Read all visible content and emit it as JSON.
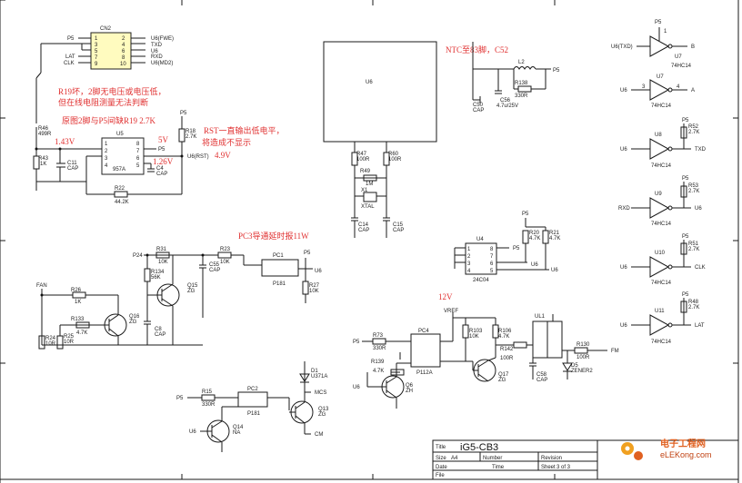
{
  "annotations": {
    "r19": "R19坏，2脚无电压或电压低，",
    "line2": "但在线电阻测量无法判断",
    "orig": "原图2脚与P5间缺R19 2.7K",
    "rst": "RST一直输出低电平，",
    "rst2": "将造成不显示",
    "ntc": "NTC至83脚，C52",
    "pc3": "PC3导通延时报11W",
    "v143": "1.43V",
    "v5": "5V",
    "v126": "1.26V",
    "v49": "4.9V",
    "v12": "12V"
  },
  "parts": {
    "cn2": "CN2",
    "u6": "U6",
    "u5": "U5",
    "u5t": "957A",
    "u4": "U4",
    "u4t": "24C04",
    "pc1": "PC1",
    "pc1t": "P181",
    "pc2": "PC2",
    "pc2t": "P181",
    "pc4": "PC4",
    "pc4t": "P112A",
    "ul1": "UL1",
    "x1": "X1",
    "x1t": "XTAL",
    "q15": "Q15",
    "q16": "Q16",
    "q6": "Q6",
    "q17": "Q17",
    "q14": "Q14",
    "q13": "Q13",
    "zg": "ZG",
    "zh": "ZH",
    "na": "NA",
    "d5": "D5",
    "d5t": "ZENER2",
    "d1": "D1",
    "d1t": "U371A",
    "r46": "R46",
    "r46v": "499R",
    "r43": "R43",
    "r43v": "1K",
    "c11": "C11",
    "cap": "CAP",
    "r18": "R18",
    "r18v": "2.7K",
    "c4": "C4",
    "r22": "R22",
    "r22v": "44.2K",
    "r47": "R47",
    "r47v": "100R",
    "r60": "R60",
    "r60v": "100R",
    "r49": "R49",
    "r49v": "1M",
    "c14": "C14",
    "c15": "C15",
    "c50": "C50",
    "c56": "C56",
    "c56v": "4.7u/25V",
    "l2": "L2",
    "r138": "R138",
    "r138v": "330R",
    "r31": "R31",
    "r31v": "10K",
    "r134": "R134",
    "r134v": "56K",
    "r23": "R23",
    "r23v": "10K",
    "c55": "C55",
    "r27": "R27",
    "r27v": "10K",
    "r26": "R26",
    "r26v": "1K",
    "r133": "R133",
    "r133v": "4.7K",
    "r24": "R24",
    "r24v": "10R",
    "r25": "R25",
    "r25v": "10R",
    "c8": "C8",
    "r15": "R15",
    "r15v": "330R",
    "r73": "R73",
    "r73v": "330R",
    "r139": "R139",
    "r139v": "4.7K",
    "r103": "R103",
    "r103v": "10K",
    "r106": "R106",
    "r106v": "4.7K",
    "r142": "R142",
    "r142v": "100R",
    "c58": "C58",
    "r130": "R130",
    "r130v": "100R",
    "r20": "R20",
    "r20v": "4.7K",
    "r21": "R21",
    "r21v": "4.7K",
    "u7": "U7",
    "ic74": "74HC14",
    "u8": "U8",
    "u9": "U9",
    "u10": "U10",
    "u11": "U11",
    "r52": "R52",
    "r53": "R53",
    "r51": "R51",
    "r48": "R48",
    "v27": "2.7K"
  },
  "nets": {
    "p5": "P5",
    "u6": "U6",
    "u6fwe": "U6(FWE)",
    "txd": "TXD",
    "rxd": "RXD",
    "lat": "LAT",
    "clk": "CLK",
    "u6md2": "U6(MD2)",
    "u6txd": "U6(TXD)",
    "u6rst": "U6(RST)",
    "b": "B",
    "a": "A",
    "p24": "P24",
    "fan": "FAN",
    "vref": "VREF",
    "fm": "FM",
    "mcs": "MCS",
    "cm": "CM"
  },
  "pins": [
    "1",
    "2",
    "3",
    "4",
    "5",
    "6",
    "7",
    "8",
    "9",
    "10"
  ],
  "title_block": {
    "title_label": "Title",
    "title": "iG5-CB3",
    "size_label": "Size",
    "size": "A4",
    "number_label": "Number",
    "revision_label": "Revision",
    "date_label": "Date",
    "time_label": "Time",
    "sheet_label": "Sheet",
    "sheet": "3  of  3",
    "file_label": "File"
  },
  "watermark": {
    "brand": "电子工程网",
    "url": "eLEKong.com"
  }
}
